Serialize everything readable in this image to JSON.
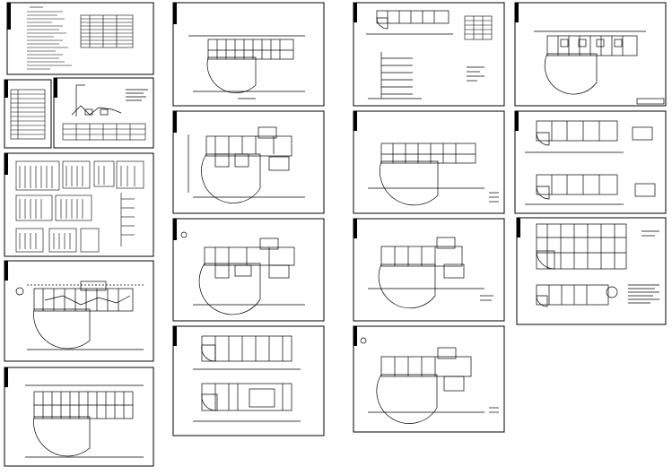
{
  "colors": {
    "background": "#ffffff",
    "ink": "#000000",
    "sheet_border": "#000000"
  },
  "sheets": [
    {
      "id": "s-design-notes"
    },
    {
      "id": "s-drawing-index"
    },
    {
      "id": "s-legend-table"
    },
    {
      "id": "s-system-riser"
    },
    {
      "id": "s-distribution-boxes"
    },
    {
      "id": "s-ground-floor-power"
    },
    {
      "id": "s-second-floor-power"
    },
    {
      "id": "s-floor-plan-a"
    },
    {
      "id": "s-floor-plan-b"
    },
    {
      "id": "s-floor-plan-c"
    },
    {
      "id": "s-floor-plan-d-double"
    },
    {
      "id": "s-riser-diagram-2"
    },
    {
      "id": "s-floor-plan-e"
    },
    {
      "id": "s-floor-plan-f"
    },
    {
      "id": "s-floor-plan-g"
    },
    {
      "id": "s-roof-plan"
    },
    {
      "id": "s-detail-plans"
    },
    {
      "id": "s-lightning-ground"
    }
  ]
}
